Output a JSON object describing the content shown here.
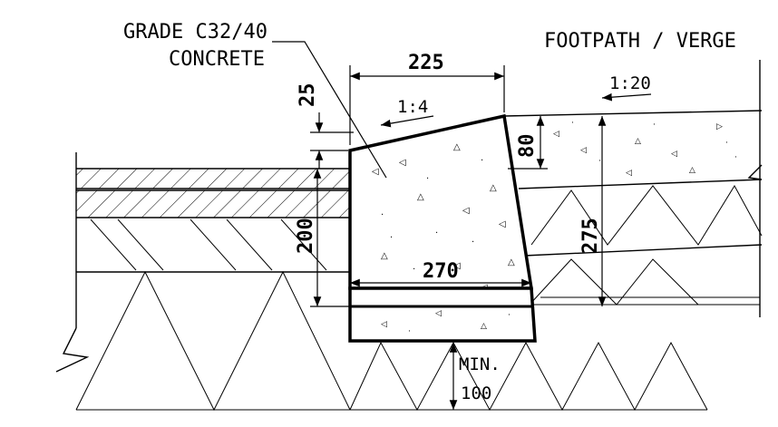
{
  "labels": {
    "grade_line1": "GRADE C32/40",
    "grade_line2": "CONCRETE",
    "footpath": "FOOTPATH / VERGE",
    "slope_footpath": "1:20",
    "slope_kerb": "1:4",
    "dim_top": "225",
    "dim_25": "25",
    "dim_80": "80",
    "dim_200": "200",
    "dim_275": "275",
    "dim_270": "270",
    "min_line1": "MIN.",
    "min_line2": "100"
  },
  "colors": {
    "line": "#000000",
    "background": "#ffffff"
  }
}
